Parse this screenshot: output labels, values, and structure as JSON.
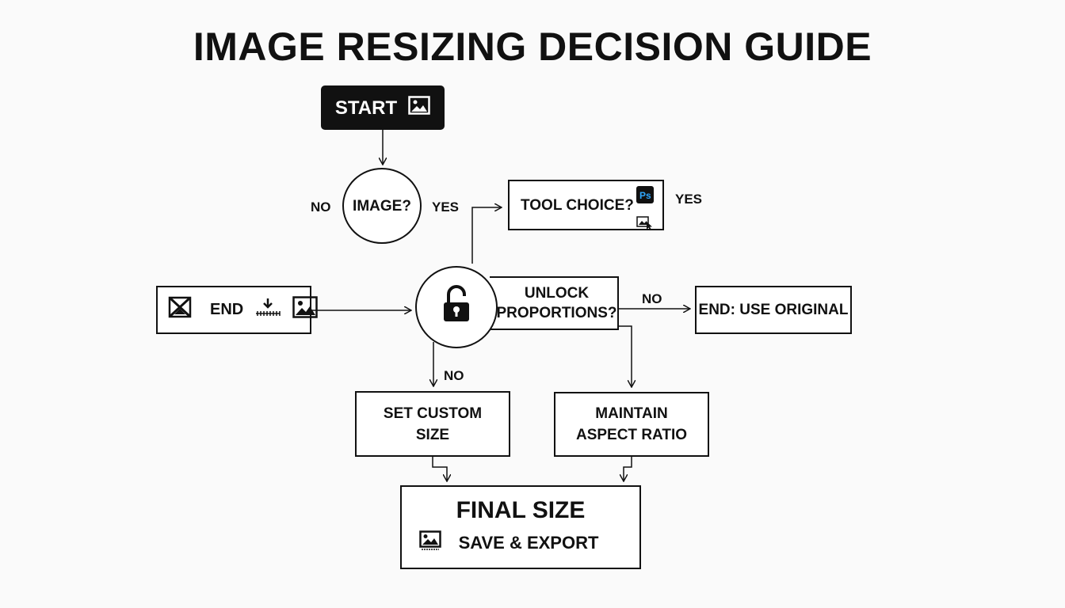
{
  "title": "IMAGE RESIZING DECISION GUIDE",
  "nodes": {
    "start": "START",
    "image_q": "IMAGE?",
    "tool_choice": "TOOL CHOICE?",
    "end_left": "END",
    "unlock_q_line1": "UNLOCK",
    "unlock_q_line2": "PROPORTIONS?",
    "end_original": "END: USE ORIGINAL",
    "custom_size_line1": "SET CUSTOM",
    "custom_size_line2": "SIZE",
    "aspect_line1": "MAINTAIN",
    "aspect_line2": "ASPECT RATIO",
    "final_title": "FINAL SIZE",
    "final_action": "SAVE & EXPORT"
  },
  "edge_labels": {
    "image_no": "NO",
    "image_yes": "YES",
    "tool_yes": "YES",
    "unlock_no_right": "NO",
    "unlock_no_down": "NO"
  },
  "icons": {
    "start": "image-icon",
    "tool_choice_top": "photoshop-icon",
    "tool_choice_bottom": "image-cursor-icon",
    "end_left_first": "crossed-image-icon",
    "end_left_second": "download-icon",
    "end_left_third": "image-icon",
    "unlock": "unlocked-padlock-icon",
    "final": "image-icon"
  },
  "colors": {
    "ink": "#111111",
    "background": "#fafafa",
    "ps_blue": "#31a8ff"
  }
}
